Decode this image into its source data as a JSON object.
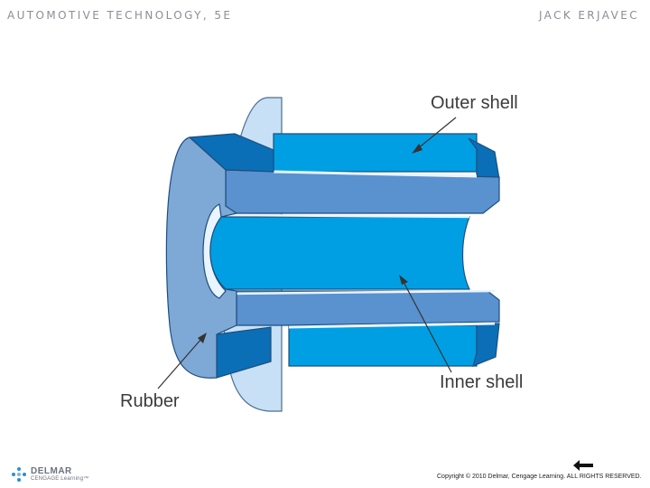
{
  "header": {
    "left_title": "AUTOMOTIVE TECHNOLOGY, 5E",
    "right_title": "JACK ERJAVEC"
  },
  "diagram": {
    "labels": {
      "outer_shell": "Outer shell",
      "inner_shell": "Inner shell",
      "rubber": "Rubber"
    },
    "colors": {
      "bright_blue": "#009fe3",
      "mid_blue": "#5a91cf",
      "dark_blue": "#0a6fb6",
      "face_blue": "#7ea8d6",
      "flange": "#c7e0f5"
    }
  },
  "footer": {
    "logo_name": "DELMAR",
    "logo_sub": "CENGAGE Learning™",
    "copyright": "Copyright © 2010 Delmar, Cengage Learning. ALL RIGHTS RESERVED.",
    "back_icon": "arrow-left-icon"
  }
}
